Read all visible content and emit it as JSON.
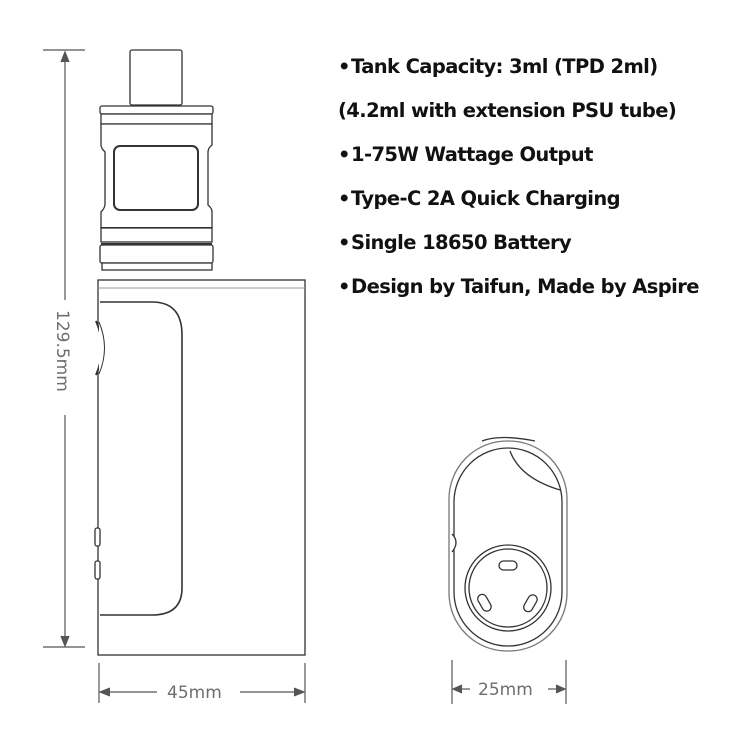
{
  "specs": {
    "items": [
      {
        "bullet": "•",
        "text": "Tank Capacity: 3ml (TPD 2ml)"
      },
      {
        "bullet": "",
        "text": "(4.2ml with extension PSU tube)"
      },
      {
        "bullet": "•",
        "text": "1-75W Wattage Output"
      },
      {
        "bullet": "•",
        "text": "Type-C 2A Quick Charging"
      },
      {
        "bullet": "•",
        "text": "Single 18650 Battery"
      },
      {
        "bullet": "•",
        "text": "Design by Taifun, Made by Aspire"
      }
    ]
  },
  "dimensions": {
    "height": "129.5mm",
    "width": "45mm",
    "depth": "25mm"
  },
  "colors": {
    "line": "#333333",
    "dimension": "#6e6e6e",
    "text": "#111111"
  }
}
